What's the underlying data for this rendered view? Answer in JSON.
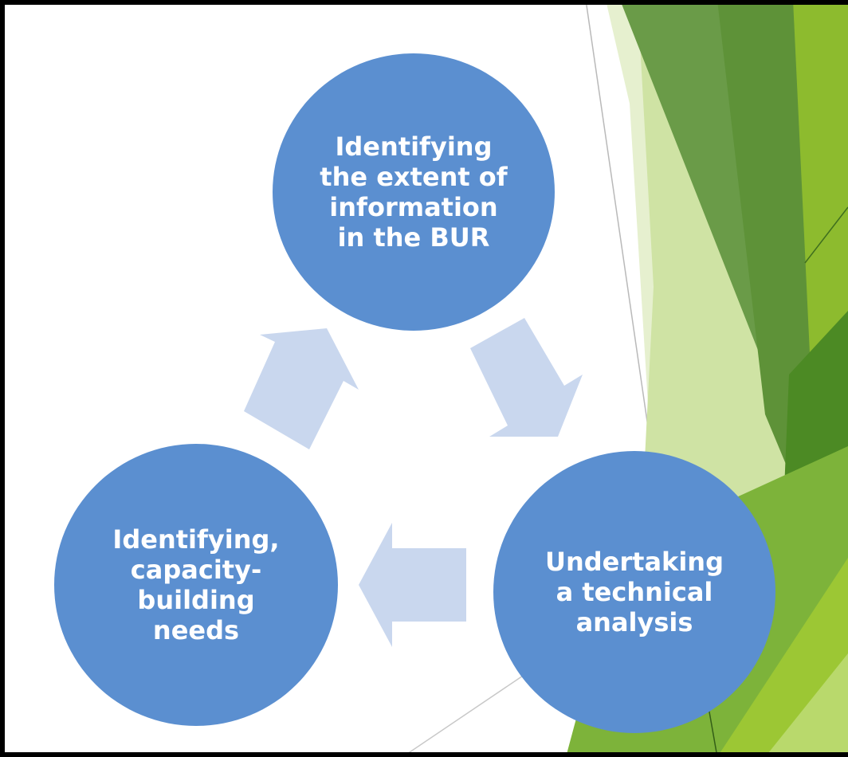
{
  "diagram": {
    "nodes": [
      {
        "id": "top",
        "label": "Identifying\nthe extent of\ninformation\n in the BUR"
      },
      {
        "id": "right",
        "label": "Undertaking\na technical\n analysis"
      },
      {
        "id": "left",
        "label": "Identifying,\ncapacity-\nbuilding\nneeds"
      }
    ],
    "colors": {
      "node_fill": "#5b8fd0",
      "arrow_fill": "#c9d7ee",
      "text": "#ffffff",
      "frame": "#000000",
      "green_dark": "#4f8a24",
      "green_mid": "#6aa534",
      "green_light": "#a9cf55",
      "green_pale": "#dbe9b8",
      "green_bright": "#96c42e"
    }
  }
}
